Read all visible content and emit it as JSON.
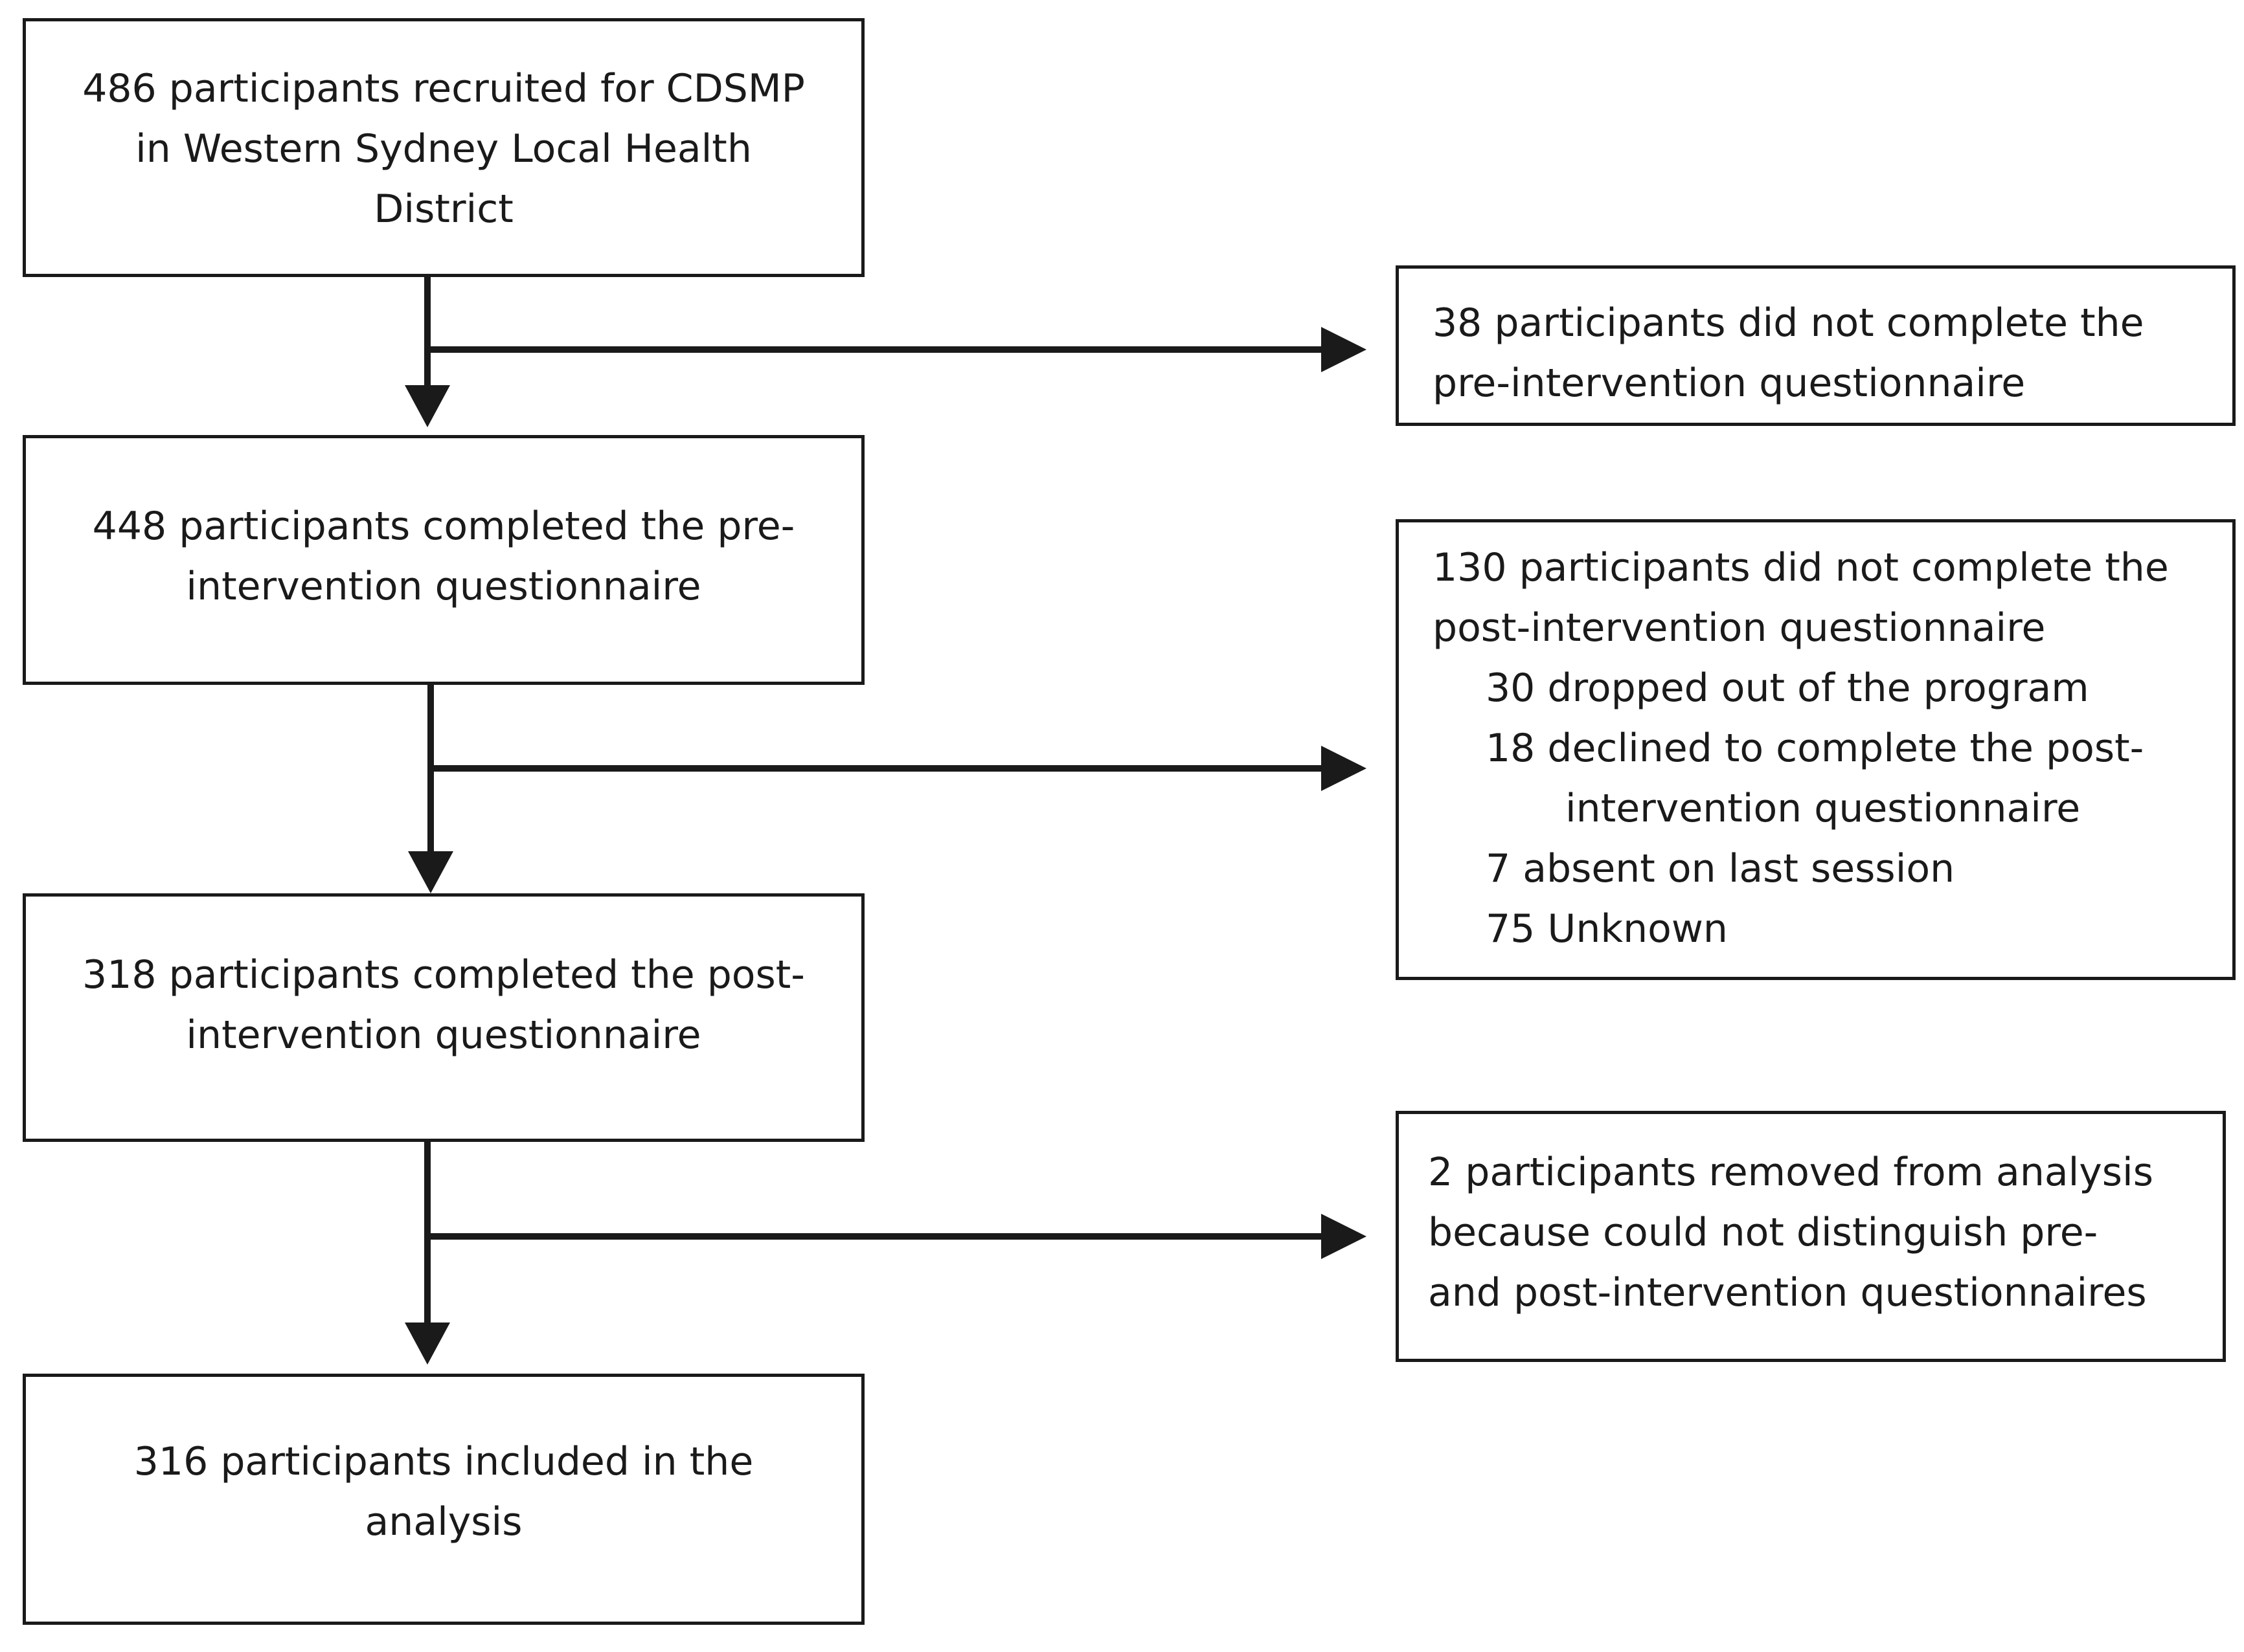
{
  "flow": {
    "steps": [
      {
        "lines": [
          "486 participants recruited for CDSMP",
          "in Western Sydney Local Health",
          "District"
        ]
      },
      {
        "lines": [
          "448 participants completed the pre-",
          "intervention questionnaire"
        ]
      },
      {
        "lines": [
          "318 participants completed the post-",
          "intervention questionnaire"
        ]
      },
      {
        "lines": [
          "316 participants included in the",
          "analysis"
        ]
      }
    ],
    "exclusions": [
      {
        "lines": [
          "38 participants did not complete the",
          "pre-intervention questionnaire"
        ]
      },
      {
        "lines": [
          "130 participants did not complete the",
          "post-intervention questionnaire"
        ],
        "reasons": [
          "30 dropped out of the program",
          "18 declined to complete the post-",
          "intervention questionnaire",
          "7 absent on last session",
          "75 Unknown"
        ]
      },
      {
        "lines": [
          "2 participants removed from analysis",
          "because could not distinguish pre-",
          "and post-intervention questionnaires"
        ]
      }
    ]
  },
  "colors": {
    "line": "#1a1a1a",
    "box_border": "#1a1a1a",
    "background": "#ffffff"
  }
}
